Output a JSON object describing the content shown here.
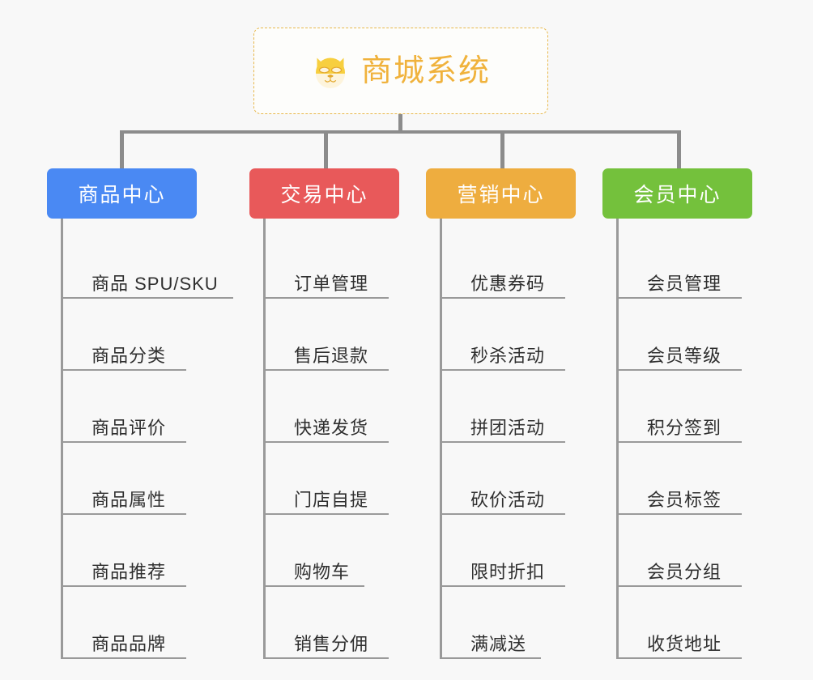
{
  "diagram": {
    "root": {
      "label": "商城系统",
      "icon": "shiba-dog-icon",
      "border_color": "#e8b84b",
      "text_color": "#f0b23c"
    },
    "connector_color": "#8c8c8c",
    "background": "#f8f8f8",
    "columns": [
      {
        "id": "product-center",
        "label": "商品中心",
        "color": "#4a89f3",
        "items": [
          "商品 SPU/SKU",
          "商品分类",
          "商品评价",
          "商品属性",
          "商品推荐",
          "商品品牌"
        ]
      },
      {
        "id": "trade-center",
        "label": "交易中心",
        "color": "#e8595a",
        "items": [
          "订单管理",
          "售后退款",
          "快递发货",
          "门店自提",
          "购物车",
          "销售分佣"
        ]
      },
      {
        "id": "marketing-center",
        "label": "营销中心",
        "color": "#eead3f",
        "items": [
          "优惠券码",
          "秒杀活动",
          "拼团活动",
          "砍价活动",
          "限时折扣",
          "满减送"
        ]
      },
      {
        "id": "member-center",
        "label": "会员中心",
        "color": "#74c13c",
        "items": [
          "会员管理",
          "会员等级",
          "积分签到",
          "会员标签",
          "会员分组",
          "收货地址"
        ]
      }
    ]
  }
}
